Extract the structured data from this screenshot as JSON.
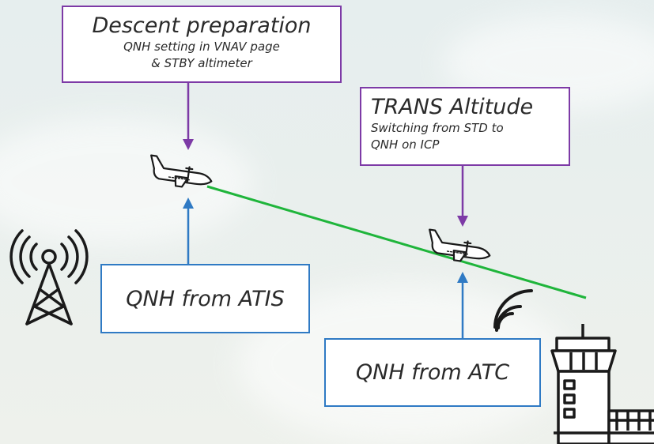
{
  "descent_box": {
    "title": "Descent preparation",
    "line1": "QNH setting in VNAV page",
    "line2": "& STBY altimeter"
  },
  "trans_box": {
    "title": "TRANS Altitude",
    "line1": "Switching from STD to",
    "line2": "QNH on ICP"
  },
  "atis_box": {
    "label": "QNH from ATIS"
  },
  "atc_box": {
    "label": "QNH from ATC"
  },
  "colors": {
    "purple": "#7d3aa6",
    "blue": "#2f7ac4",
    "green": "#1fb53b",
    "ink": "#1a1a1a"
  },
  "icons": [
    "radio-tower-icon",
    "aircraft-icon",
    "control-tower-icon",
    "radio-waves-icon"
  ]
}
